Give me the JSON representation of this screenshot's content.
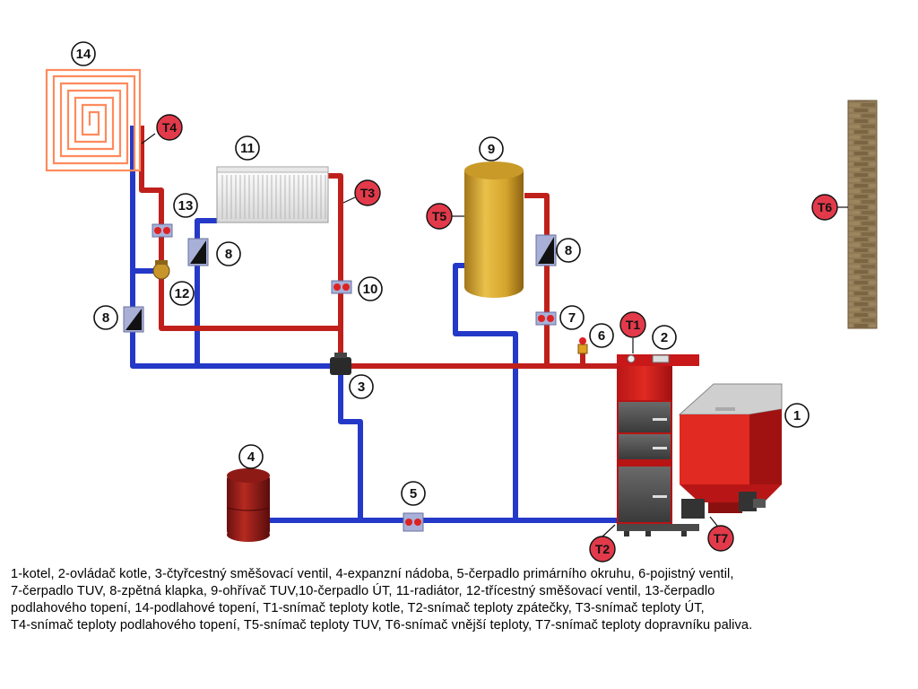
{
  "components": {
    "c1": "1",
    "c2": "2",
    "c3": "3",
    "c4": "4",
    "c5": "5",
    "c6": "6",
    "c7": "7",
    "c8a": "8",
    "c8b": "8",
    "c8c": "8",
    "c9": "9",
    "c10": "10",
    "c11": "11",
    "c12": "12",
    "c13": "13",
    "c14": "14"
  },
  "sensors": {
    "t1": "T1",
    "t2": "T2",
    "t3": "T3",
    "t4": "T4",
    "t5": "T5",
    "t6": "T6",
    "t7": "T7"
  },
  "legend": {
    "line1": "1-kotel, 2-ovládač kotle, 3-čtyřcestný směšovací ventil, 4-expanzní nádoba, 5-čerpadlo primárního okruhu, 6-pojistný ventil,",
    "line2": "7-čerpadlo TUV, 8-zpětná klapka, 9-ohřívač TUV,10-čerpadlo ÚT, 11-radiátor, 12-třícestný směšovací ventil, 13-čerpadlo",
    "line3": "podlahového topení, 14-podlahové topení, T1-snímač teploty kotle, T2-snímač teploty zpátečky, T3-snímač teploty ÚT,",
    "line4": "T4-snímač teploty podlahového topení, T5-snímač teploty TUV, T6-snímač vnější teploty, T7-snímač teploty dopravníku paliva."
  },
  "colors": {
    "supply": "#c0201c",
    "return": "#2236c8",
    "sensor": "#e23a4a",
    "boiler": "#d42020",
    "tank": "#d9ad2e",
    "brick": "#8a7552"
  }
}
